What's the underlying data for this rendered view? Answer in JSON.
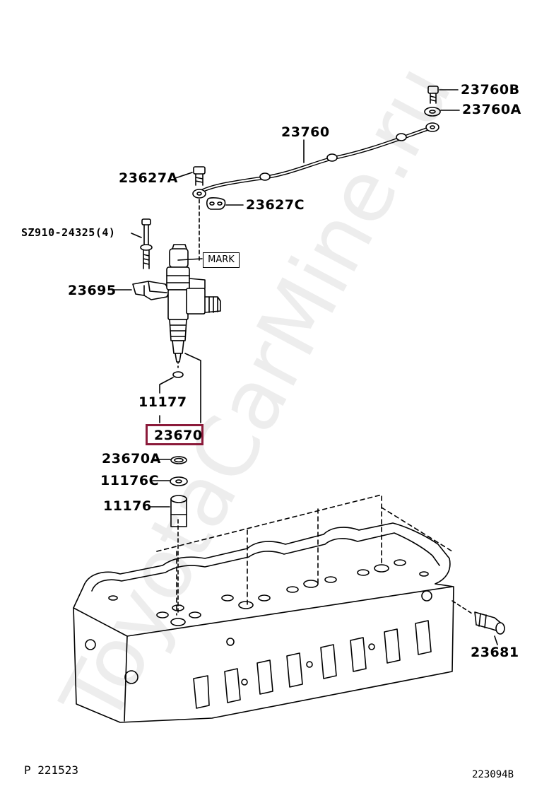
{
  "parts": {
    "p23760B": "23760B",
    "p23760A": "23760A",
    "p23760": "23760",
    "p23627A": "23627A",
    "p23627C": "23627C",
    "pSZ910": "SZ910-24325(4)",
    "p23695": "23695",
    "p11177": "11177",
    "p23670": "23670",
    "p23670A": "23670A",
    "p11176C": "11176C",
    "p11176": "11176",
    "p23681": "23681"
  },
  "mark_label": "MARK",
  "watermark": "ToyotaCarMine.ru",
  "footer": {
    "left": "P 221523",
    "right": "223094B"
  },
  "highlight_color": "#8b1a3a"
}
